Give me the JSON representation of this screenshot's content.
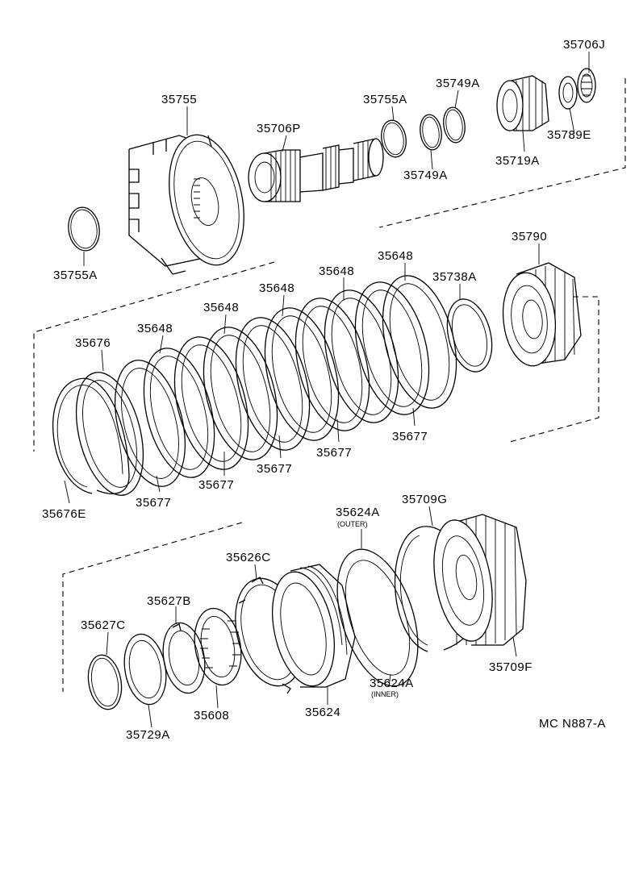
{
  "figure_code": "MC N887-A",
  "labels": {
    "p35706J": "35706J",
    "p35749A_top": "35749A",
    "p35755": "35755",
    "p35755A_top": "35755A",
    "p35706P": "35706P",
    "p35789E": "35789E",
    "p35719A": "35719A",
    "p35749A_bot": "35749A",
    "p35755A_left": "35755A",
    "p35790": "35790",
    "p35648_a": "35648",
    "p35648_b": "35648",
    "p35648_c": "35648",
    "p35648_d": "35648",
    "p35648_e": "35648",
    "p35738A": "35738A",
    "p35676": "35676",
    "p35677_a": "35677",
    "p35677_b": "35677",
    "p35677_c": "35677",
    "p35677_d": "35677",
    "p35677_e": "35677",
    "p35676E": "35676E",
    "p35709G": "35709G",
    "p35624A_outer": "35624A",
    "outer_note": "(OUTER)",
    "p35626C": "35626C",
    "p35627B": "35627B",
    "p35627C": "35627C",
    "p35624A_inner": "35624A",
    "inner_note": "(INNER)",
    "p35709F": "35709F",
    "p35608": "35608",
    "p35624": "35624",
    "p35729A": "35729A"
  }
}
